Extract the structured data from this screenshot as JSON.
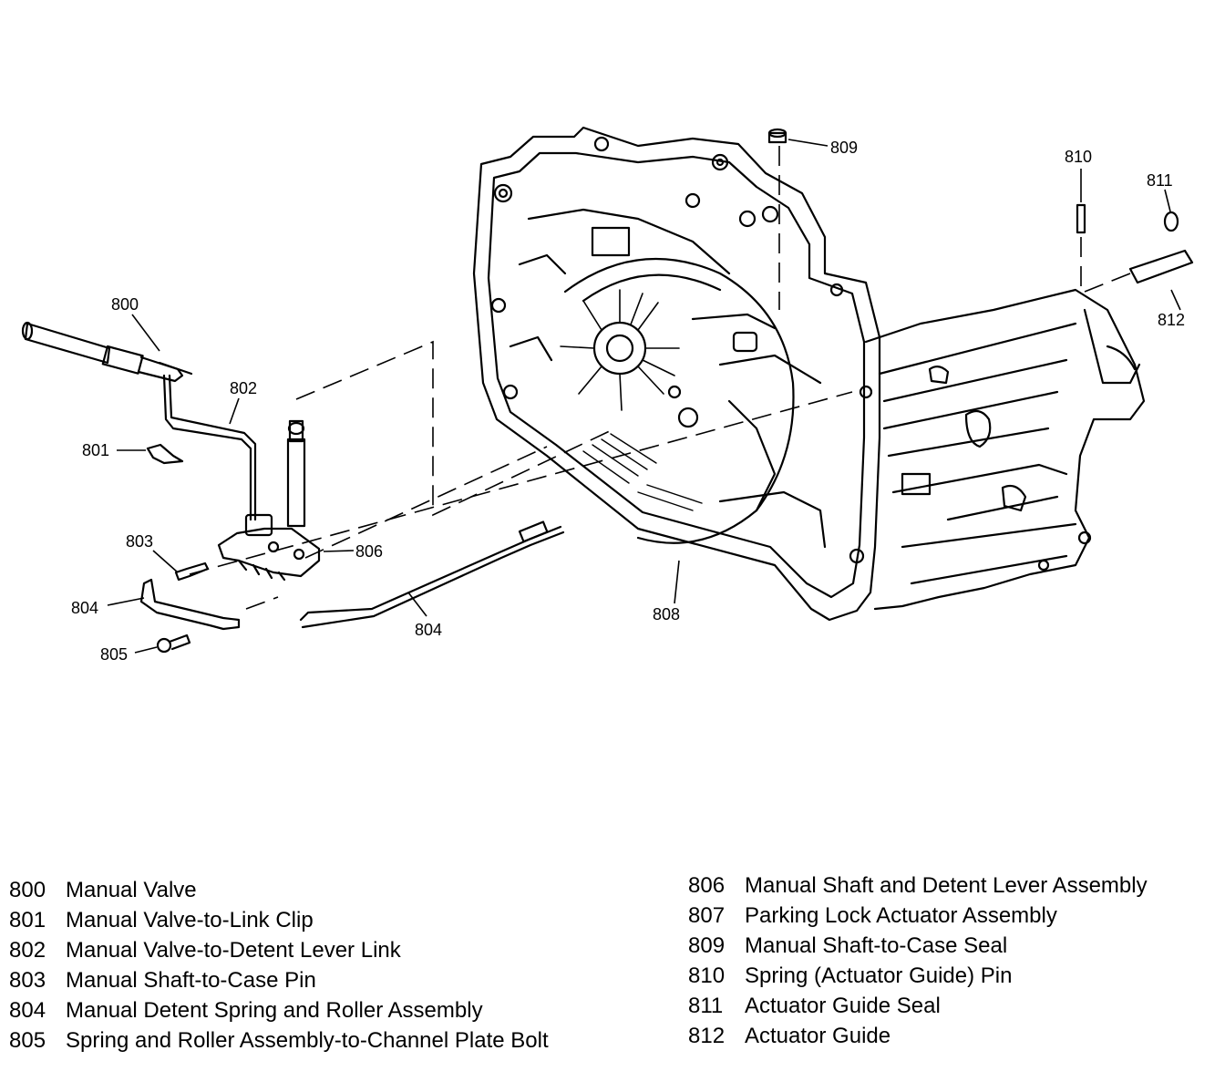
{
  "callouts": {
    "c800": "800",
    "c801": "801",
    "c802": "802",
    "c803": "803",
    "c804a": "804",
    "c804b": "804",
    "c805": "805",
    "c806": "806",
    "c808": "808",
    "c809": "809",
    "c810": "810",
    "c811": "811",
    "c812": "812"
  },
  "legend_left": [
    {
      "num": "800",
      "text": "Manual Valve"
    },
    {
      "num": "801",
      "text": "Manual Valve-to-Link Clip"
    },
    {
      "num": "802",
      "text": "Manual Valve-to-Detent Lever Link"
    },
    {
      "num": "803",
      "text": "Manual Shaft-to-Case Pin"
    },
    {
      "num": "804",
      "text": "Manual Detent Spring and Roller Assembly"
    },
    {
      "num": "805",
      "text": "Spring and Roller Assembly-to-Channel Plate Bolt"
    }
  ],
  "legend_right": [
    {
      "num": "806",
      "text": "Manual Shaft and Detent Lever Assembly"
    },
    {
      "num": "807",
      "text": "Parking Lock Actuator Assembly"
    },
    {
      "num": "809",
      "text": "Manual Shaft-to-Case Seal"
    },
    {
      "num": "810",
      "text": "Spring (Actuator Guide) Pin"
    },
    {
      "num": "811",
      "text": "Actuator Guide Seal"
    },
    {
      "num": "812",
      "text": "Actuator Guide"
    }
  ]
}
